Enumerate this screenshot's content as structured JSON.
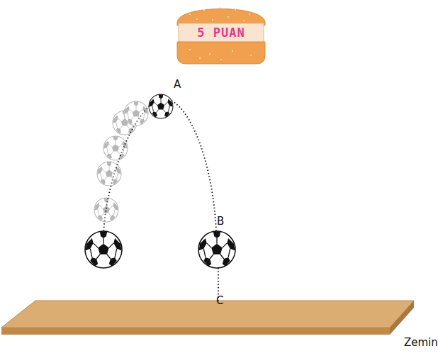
{
  "diagram": {
    "nodes": [
      {
        "text": [
          "5 PUAN"
        ]
      }
    ],
    "labels": [
      "A",
      "B",
      "C",
      "Zemin"
    ]
  }
}
